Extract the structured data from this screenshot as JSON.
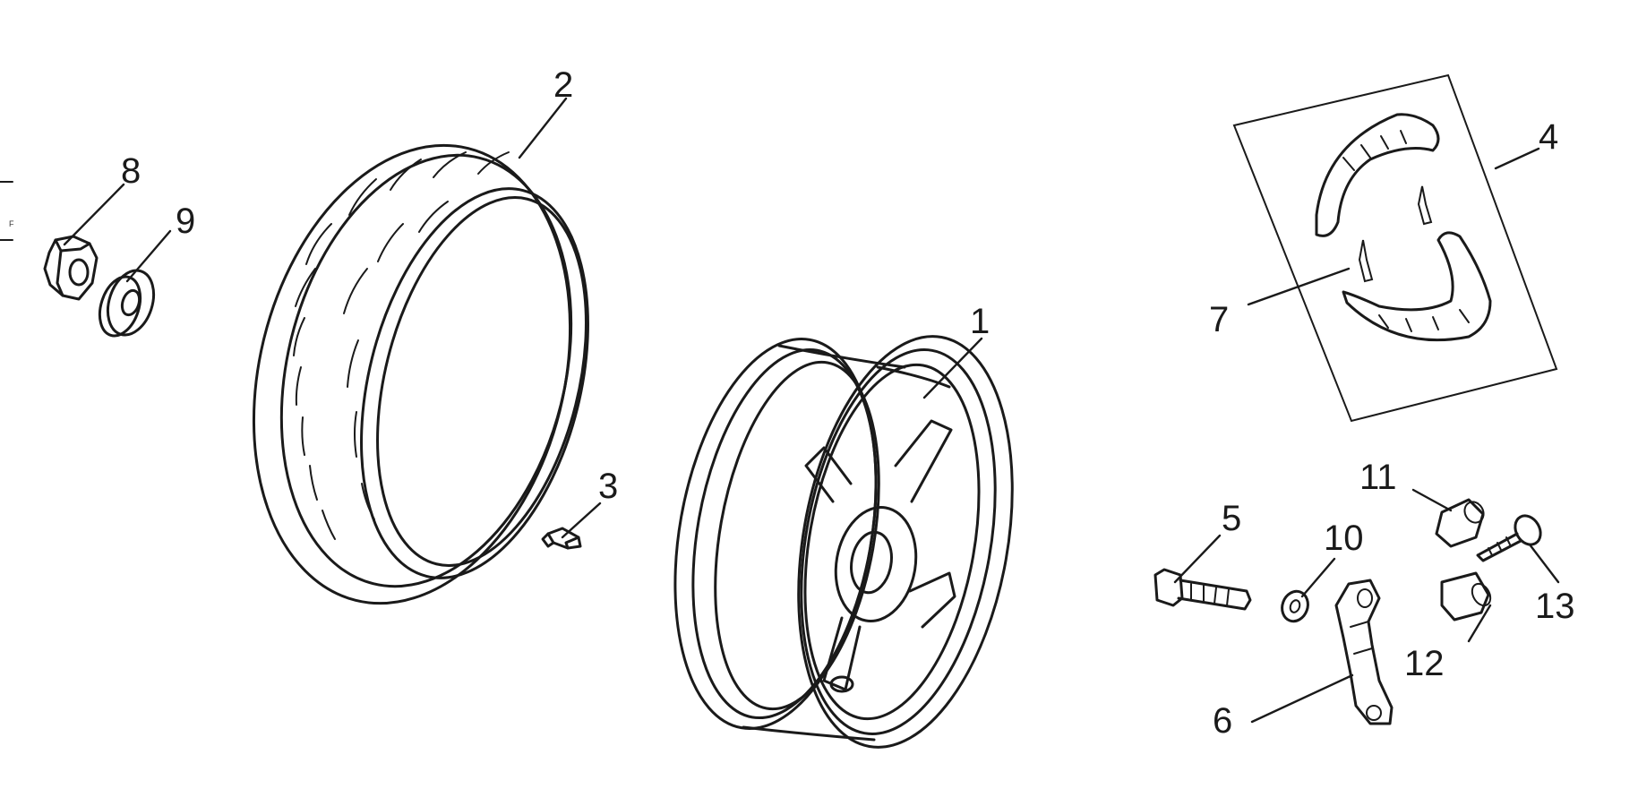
{
  "diagram": {
    "callouts": [
      {
        "id": "1",
        "label": "1"
      },
      {
        "id": "2",
        "label": "2"
      },
      {
        "id": "3",
        "label": "3"
      },
      {
        "id": "4",
        "label": "4"
      },
      {
        "id": "5",
        "label": "5"
      },
      {
        "id": "6",
        "label": "6"
      },
      {
        "id": "7",
        "label": "7"
      },
      {
        "id": "8",
        "label": "8"
      },
      {
        "id": "9",
        "label": "9"
      },
      {
        "id": "10",
        "label": "10"
      },
      {
        "id": "11",
        "label": "11"
      },
      {
        "id": "12",
        "label": "12"
      },
      {
        "id": "13",
        "label": "13"
      }
    ],
    "edge_mark": "F"
  }
}
